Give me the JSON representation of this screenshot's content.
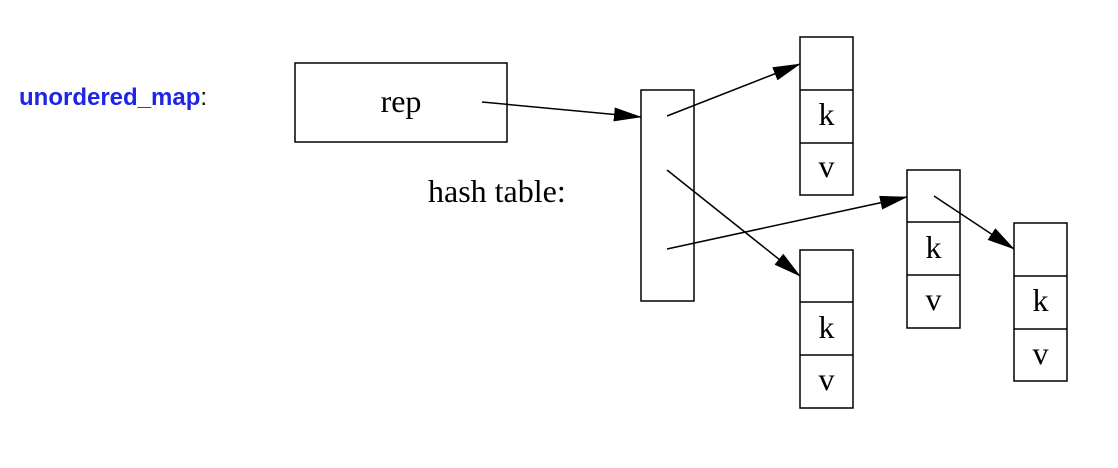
{
  "container": {
    "type_name": "unordered_map",
    "suffix": ":"
  },
  "rep_box": {
    "label": "rep"
  },
  "hash_table": {
    "label": "hash table:"
  },
  "nodes": [
    {
      "key": "k",
      "value": "v"
    },
    {
      "key": "k",
      "value": "v"
    },
    {
      "key": "k",
      "value": "v"
    },
    {
      "key": "k",
      "value": "v"
    }
  ]
}
